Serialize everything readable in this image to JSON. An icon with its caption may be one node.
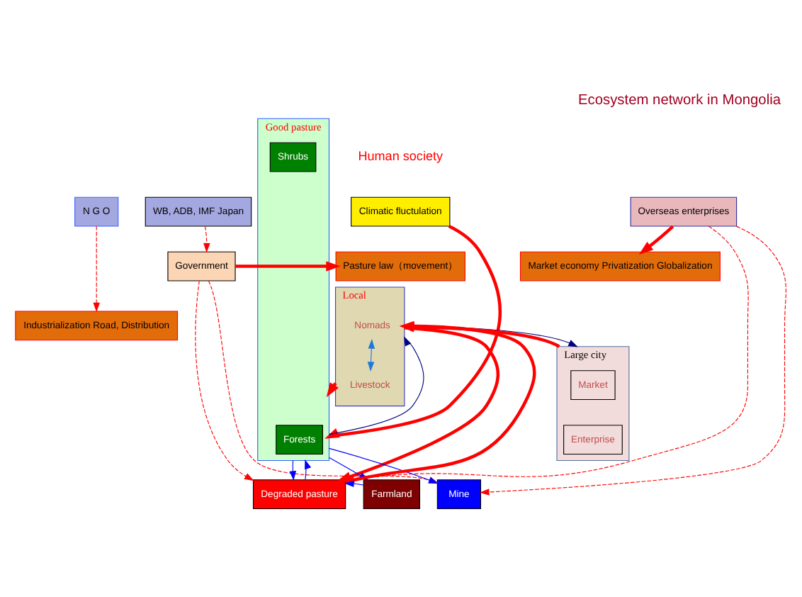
{
  "diagram": {
    "title": "Ecosystem network in Mongolia",
    "nodes": [
      {
        "text": [
          "Climatic fluctulation"
        ]
      },
      {
        "text": [
          "N G O"
        ]
      },
      {
        "text": [
          "WB, ADB, IMF Japan"
        ]
      },
      {
        "text": [
          "Overseas enterprises"
        ]
      },
      {
        "text": [
          "Pasture law（movement）"
        ]
      },
      {
        "text": [
          "Government"
        ]
      },
      {
        "text": [
          "Market economy Privatization Globalization"
        ]
      },
      {
        "text": [
          "Local"
        ]
      },
      {
        "text": [
          "Nomads"
        ],
        "in": 7
      },
      {
        "text": [
          "Livestock"
        ],
        "in": 7
      },
      {
        "text": [
          "Industrialization Road, Distribution"
        ]
      },
      {
        "text": [
          "Large city"
        ]
      },
      {
        "text": [
          "Market"
        ],
        "in": 11
      },
      {
        "text": [
          "Enterprise"
        ],
        "in": 11
      },
      {
        "text": [
          "Good pasture"
        ]
      },
      {
        "text": [
          "Forests"
        ],
        "in": 14
      },
      {
        "text": [
          "Shrubs"
        ],
        "in": 14
      },
      {
        "text": [
          "Degraded pasture"
        ]
      },
      {
        "text": [
          "Farmland"
        ]
      },
      {
        "text": [
          "Mine"
        ]
      }
    ],
    "edges": [
      {
        "from": 0,
        "to": 14,
        "arrow": "to",
        "style": "thick"
      },
      {
        "from": 1,
        "to": 10,
        "arrow": "to",
        "style": "dashed"
      },
      {
        "from": 2,
        "to": 5,
        "arrow": "to",
        "style": "dashed"
      },
      {
        "from": 5,
        "to": 4,
        "arrow": "to",
        "style": "thick"
      },
      {
        "from": 3,
        "to": 6,
        "arrow": "to",
        "style": "thick"
      },
      {
        "from": 5,
        "to": 17,
        "arrow": "to",
        "style": "dashed"
      },
      {
        "from": 5,
        "to": 19,
        "arrow": "to",
        "style": "dashed"
      },
      {
        "from": 3,
        "to": 17,
        "arrow": "to",
        "style": "dashed"
      },
      {
        "from": 3,
        "to": 19,
        "arrow": "to",
        "style": "dashed"
      },
      {
        "from": 7,
        "to": 11,
        "arrow": "to",
        "color": "#000080"
      },
      {
        "from": 11,
        "to": 7,
        "arrow": "to",
        "style": "thick"
      },
      {
        "from": 8,
        "to": 9,
        "arrow": "both",
        "color": "#1e78dc"
      },
      {
        "from": 7,
        "to": 17,
        "arrow": "to",
        "style": "thick"
      },
      {
        "from": 17,
        "to": 7,
        "arrow": "to",
        "style": "thick"
      },
      {
        "from": 7,
        "to": 14,
        "arrow": "to",
        "style": "thick"
      },
      {
        "from": 14,
        "to": 7,
        "arrow": "to",
        "color": "#000080"
      },
      {
        "from": 14,
        "to": 19,
        "arrow": "to",
        "color": "#0000ff"
      },
      {
        "from": 14,
        "to": 18,
        "arrow": "to",
        "color": "#0000ff"
      },
      {
        "from": 14,
        "to": 17,
        "arrow": "to",
        "color": "#0000ff"
      },
      {
        "from": 17,
        "to": 14,
        "arrow": "to",
        "color": "#0000ff"
      },
      {
        "from": 18,
        "to": 17,
        "arrow": "to",
        "color": "#0000ff"
      }
    ],
    "labels": [
      "Human society"
    ]
  }
}
